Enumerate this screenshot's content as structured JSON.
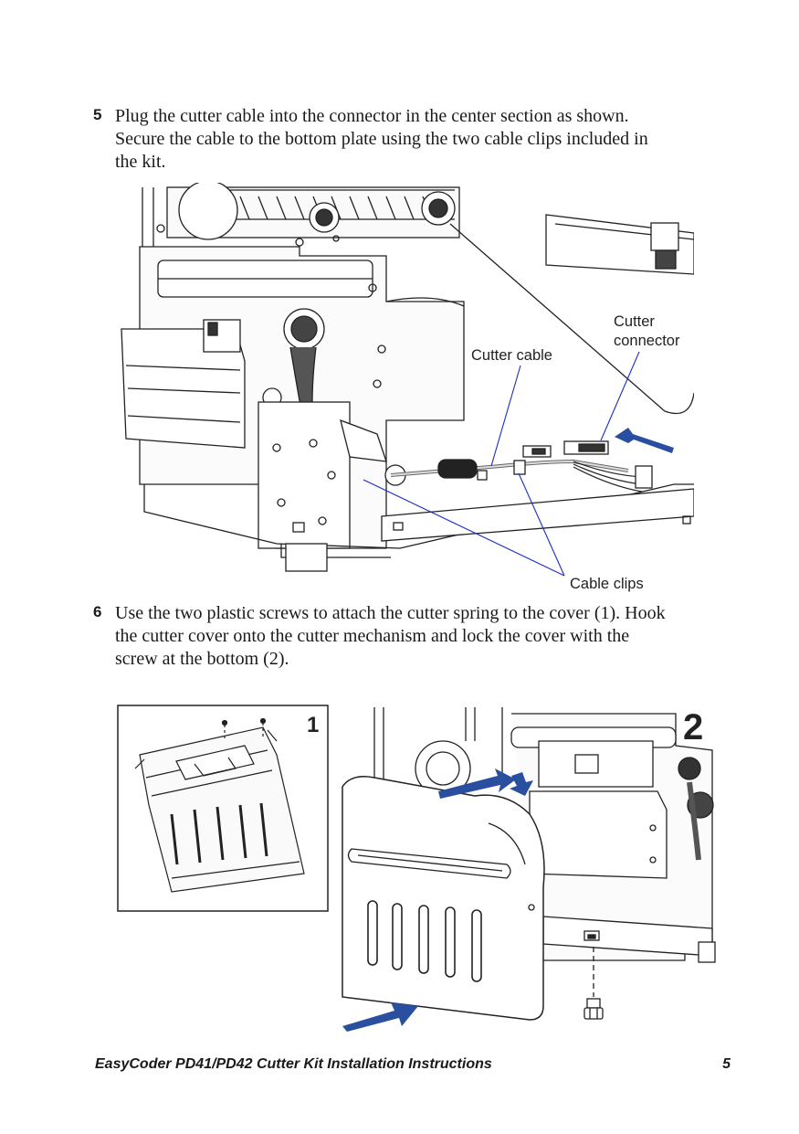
{
  "steps": [
    {
      "number": "5",
      "lines": [
        "Plug the cutter cable into the connector in the center section as shown.",
        "Secure the cable to the bottom plate using the two cable clips included in",
        "the kit."
      ]
    },
    {
      "number": "6",
      "lines": [
        "Use the two plastic screws to attach the cutter spring to the cover (1). Hook",
        "the cutter cover onto the cutter mechanism and lock the cover with the",
        "screw at the bottom (2)."
      ]
    }
  ],
  "figure1": {
    "callouts": {
      "cutter_cable": "Cutter cable",
      "cutter_connector_line1": "Cutter",
      "cutter_connector_line2": "connector",
      "cable_clips": "Cable clips"
    },
    "arrow_color": "#2a4f9e",
    "leader_color": "#1c2fbf"
  },
  "figure2": {
    "inset_label": "1",
    "main_label": "2",
    "arrow_color": "#2a4f9e"
  },
  "footer": {
    "title": "EasyCoder PD41/PD42 Cutter Kit Installation Instructions",
    "page_number": "5"
  }
}
